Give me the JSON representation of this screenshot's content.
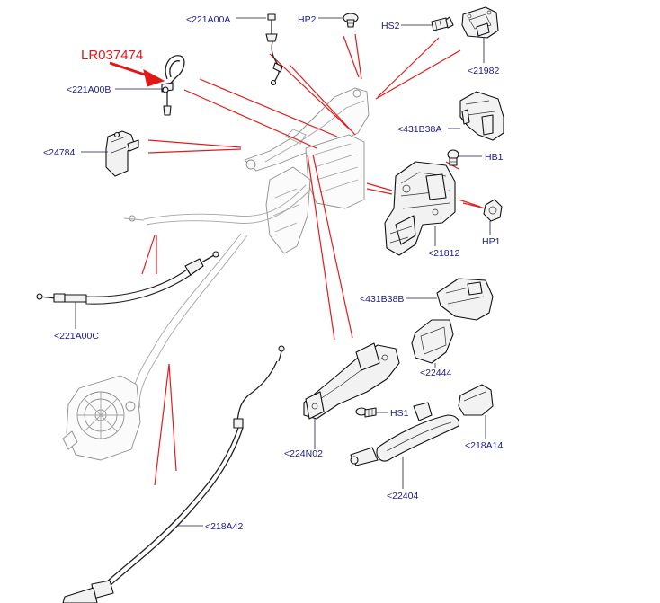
{
  "diagram": {
    "reference_code": "LR037474",
    "colors": {
      "label_text": "#1a1a8a",
      "callout_lines": "#e31b1b",
      "reference_arrow": "#e01818",
      "part_outline": "#222222",
      "ghost_outline": "#8d8d8d"
    },
    "labels": {
      "p221A00A": "<221A00A",
      "pHP2": "HP2",
      "pHS2": "HS2",
      "p21982": "<21982",
      "p221A00B": "<221A00B",
      "p431B38A": "<431B38A",
      "p24784": "<24784",
      "pHB1": "HB1",
      "p21812": "<21812",
      "pHP1": "HP1",
      "p431B38B": "<431B38B",
      "p221A00C": "<221A00C",
      "p22444": "<22444",
      "pHS1": "HS1",
      "p218A14": "<218A14",
      "p224N02": "<224N02",
      "p22404": "<22404",
      "p218A42": "<218A42"
    }
  }
}
